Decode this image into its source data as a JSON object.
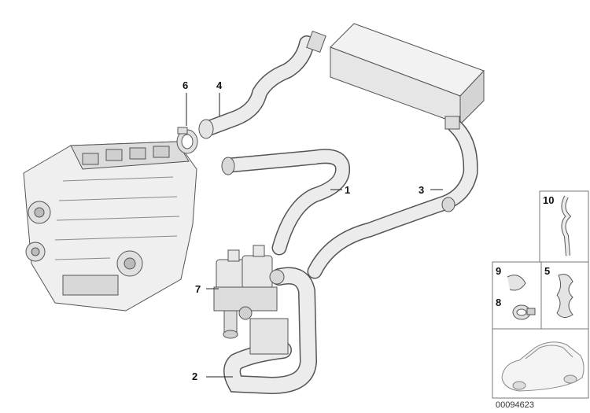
{
  "callouts": {
    "c1": "1",
    "c2": "2",
    "c3": "3",
    "c4": "4",
    "c5": "5",
    "c6": "6",
    "c7": "7",
    "c8": "8",
    "c9": "9",
    "c10": "10"
  },
  "document_number": "00094623"
}
